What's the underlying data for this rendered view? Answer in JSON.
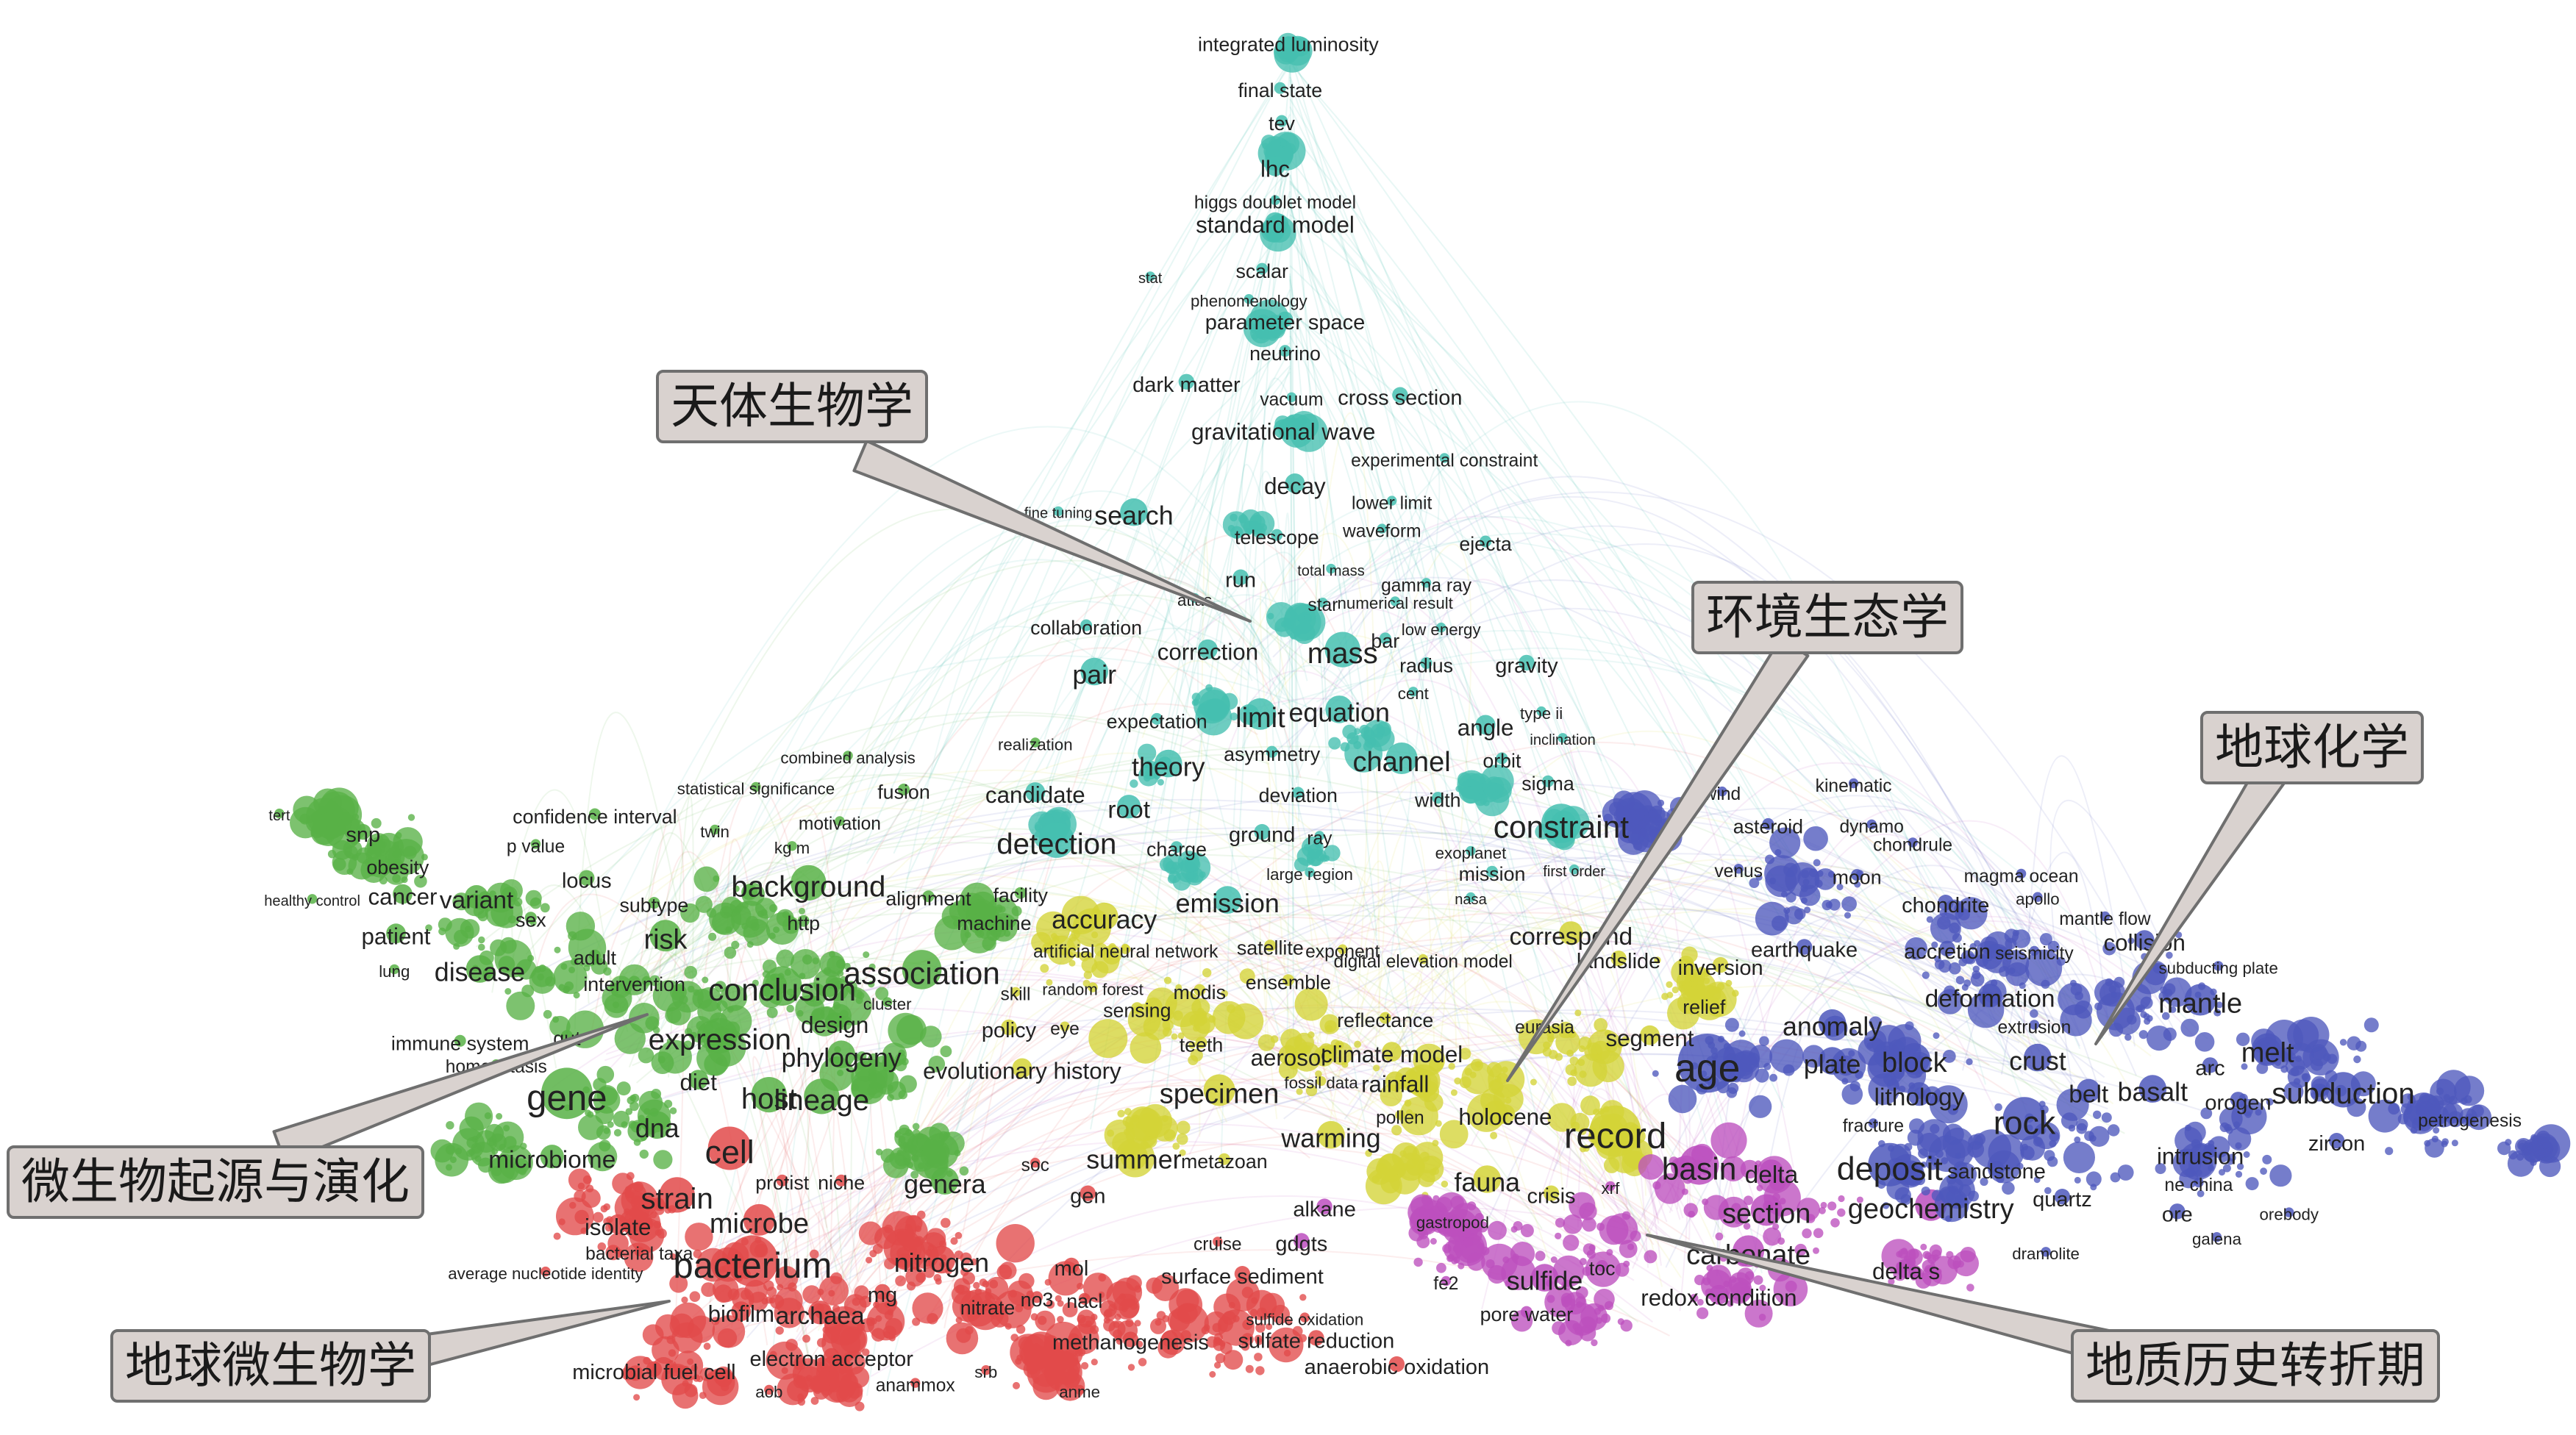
{
  "colors": {
    "cyan": "#45bfb0",
    "green": "#58b147",
    "yellow": "#d4d437",
    "red": "#e24a4a",
    "purple": "#bc4fbe",
    "blue": "#4e58bc",
    "callout_fill": "#d9d2cf",
    "callout_border": "#6f6f6f"
  },
  "callouts": [
    {
      "id": "astrobiology",
      "label": "天体生物学"
    },
    {
      "id": "environmental-ecology",
      "label": "环境生态学"
    },
    {
      "id": "geochemistry",
      "label": "地球化学"
    },
    {
      "id": "microbial-origin-evolution",
      "label": "微生物起源与演化"
    },
    {
      "id": "geomicrobiology",
      "label": "地球微生物学"
    },
    {
      "id": "geologic-turning-points",
      "label": "地质历史转折期"
    }
  ],
  "clusters": [
    {
      "id": "cyan",
      "terms": [
        "integrated luminosity",
        "final state",
        "tev",
        "lhc",
        "higgs doublet model",
        "standard model",
        "scalar",
        "stat",
        "phenomenology",
        "parameter space",
        "neutrino",
        "dark matter",
        "vacuum",
        "cross section",
        "gravitational wave",
        "experimental constraint",
        "decay",
        "lower limit",
        "fine tuning",
        "search",
        "waveform",
        "telescope",
        "ejecta",
        "total mass",
        "run",
        "gamma ray",
        "atlas",
        "numerical result",
        "star",
        "collaboration",
        "low energy",
        "correction",
        "bar",
        "mass",
        "radius",
        "gravity",
        "pair",
        "cent",
        "equation",
        "expectation",
        "limit",
        "type ii",
        "angle",
        "inclination",
        "asymmetry",
        "theory",
        "channel",
        "orbit",
        "sigma",
        "deviation",
        "root",
        "width",
        "candidate",
        "ground",
        "ray",
        "constraint",
        "detection",
        "charge",
        "large region",
        "mission",
        "exoplanet",
        "emission",
        "first order",
        "nasa"
      ]
    },
    {
      "id": "green",
      "terms": [
        "combined analysis",
        "statistical significance",
        "realization",
        "fusion",
        "confidence interval",
        "motivation",
        "snp",
        "twin",
        "p value",
        "kg m",
        "obesity",
        "locus",
        "subtype",
        "cancer",
        "variant",
        "background",
        "healthy control",
        "alignment",
        "facility",
        "sex",
        "patient",
        "risk",
        "adult",
        "http",
        "machine",
        "lung",
        "disease",
        "intervention",
        "association",
        "conclusion",
        "cluster",
        "immune system",
        "gut",
        "expression",
        "design",
        "phylogeny",
        "homeostasis",
        "diet",
        "host",
        "gene",
        "lineage",
        "dna",
        "microbiome",
        "genera",
        "tert"
      ]
    },
    {
      "id": "yellow",
      "terms": [
        "accuracy",
        "artificial neural network",
        "satellite",
        "exponent",
        "random forest",
        "modis",
        "ensemble",
        "sensing",
        "skill",
        "policy",
        "eye",
        "teeth",
        "reflectance",
        "aerosol",
        "climate model",
        "evolutionary history",
        "fossil data",
        "rainfall",
        "specimen",
        "pollen",
        "warming",
        "holocene",
        "summer",
        "metazoan",
        "record",
        "fauna",
        "crisis",
        "eurasia",
        "segment",
        "correspond",
        "landslide",
        "inversion",
        "relief",
        "digital elevation model"
      ]
    },
    {
      "id": "red",
      "terms": [
        "cell",
        "protist",
        "niche",
        "strain",
        "isolate",
        "microbe",
        "bacterial taxa",
        "average nucleotide identity",
        "bacterium",
        "nitrogen",
        "mg",
        "nitrate",
        "no3",
        "nacl",
        "biofilm",
        "archaea",
        "mol",
        "microbial fuel cell",
        "electron acceptor",
        "aob",
        "anammox",
        "srb",
        "anme",
        "gen",
        "soc",
        "cruise",
        "surface sediment",
        "sulfide oxidation",
        "methanogenesis",
        "sulfate reduction",
        "anaerobic oxidation"
      ]
    },
    {
      "id": "purple",
      "terms": [
        "alkane",
        "gdgts",
        "gastropod",
        "fe2",
        "sulfide",
        "toc",
        "pore water",
        "redox condition",
        "basin",
        "delta",
        "section",
        "carbonate",
        "geochemistry",
        "xrf",
        "delta s"
      ]
    },
    {
      "id": "blue",
      "terms": [
        "wind",
        "kinematic",
        "asteroid",
        "dynamo",
        "venus",
        "chondrule",
        "magma ocean",
        "moon",
        "chondrite",
        "apollo",
        "earthquake",
        "mantle flow",
        "accretion",
        "seismicity",
        "collision",
        "subducting plate",
        "deformation",
        "mantle",
        "anomaly",
        "extrusion",
        "plate",
        "block",
        "crust",
        "melt",
        "arc",
        "age",
        "lithology",
        "belt",
        "basalt",
        "orogen",
        "subduction",
        "fracture",
        "rock",
        "petrogenesis",
        "intrusion",
        "zircon",
        "deposit",
        "sandstone",
        "quartz",
        "ne china",
        "ore",
        "orebody",
        "dramolite",
        "galena"
      ]
    }
  ]
}
